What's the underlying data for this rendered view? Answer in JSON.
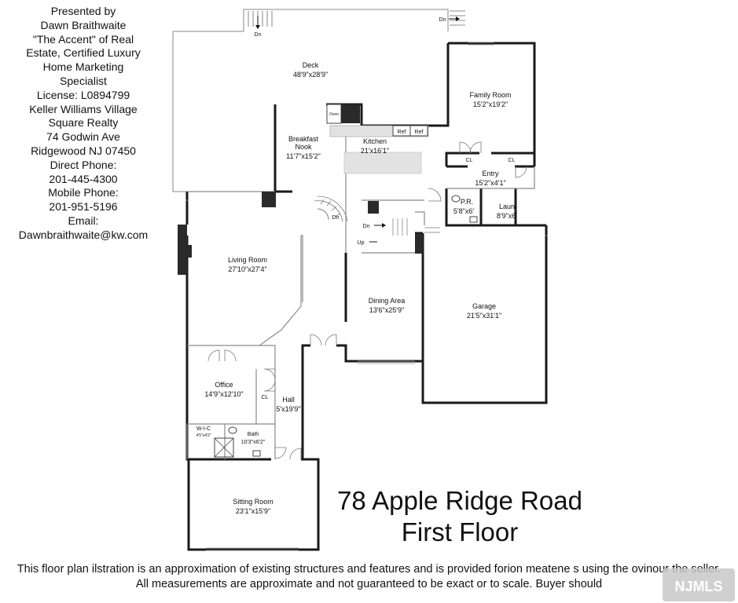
{
  "agent_info": {
    "lines": [
      "Presented by",
      "Dawn Braithwaite",
      "\"The Accent\" of Real",
      "Estate, Certified Luxury",
      "Home Marketing",
      "Specialist",
      "License: L0894799",
      "Keller Williams Village",
      "Square Realty",
      "74 Godwin Ave",
      "Ridgewood NJ 07450",
      "Direct Phone:",
      "201-445-4300",
      "Mobile Phone:",
      "201-951-5196",
      "Email:",
      "Dawnbraithwaite@kw.com"
    ]
  },
  "plan": {
    "title_line1": "78 Apple Ridge Road",
    "title_line2": "First Floor",
    "rooms": {
      "deck": {
        "name": "Deck",
        "dims": "48'9\"x28'9\""
      },
      "family_room": {
        "name": "Family Room",
        "dims": "15'2\"x19'2\""
      },
      "breakfast_nook": {
        "name_line1": "Breakfast",
        "name_line2": "Nook",
        "dims": "11'7\"x15'2\""
      },
      "kitchen": {
        "name": "Kitchen",
        "dims": "21'x16'1\""
      },
      "entry": {
        "name": "Entry",
        "dims": "15'2\"x4'1\""
      },
      "powder_room": {
        "name": "P.R.",
        "dims": "5'8\"x6'"
      },
      "laundry": {
        "name": "Laun",
        "dims": "8'9\"x6'"
      },
      "living_room": {
        "name": "Living Room",
        "dims": "27'10\"x27'4\""
      },
      "dining_area": {
        "name": "Dining Area",
        "dims": "13'6\"x25'9\""
      },
      "garage": {
        "name": "Garage",
        "dims": "21'5\"x31'1\""
      },
      "office": {
        "name": "Office",
        "dims": "14'9\"x12'10\""
      },
      "hall": {
        "name": "Hall",
        "dims": "5'x19'9\""
      },
      "walk_in_closet": {
        "name": "W-I-C",
        "dims": "4'5\"x4'2\""
      },
      "bath": {
        "name": "Bath",
        "dims": "10'3\"x6'2\""
      },
      "sitting_room": {
        "name": "Sitting Room",
        "dims": "23'1\"x15'9\""
      }
    },
    "labels": {
      "dn_deck_left": "Dn",
      "dn_deck_right": "Dn",
      "dn_stair": "Dn",
      "dn_landing": "Dn",
      "up_landing": "Up",
      "oven": "Oven",
      "ref1": "Ref",
      "ref2": "Ref",
      "closet_family_left": "CL",
      "closet_family_right": "CL",
      "closet_office": "CL"
    }
  },
  "disclaimer": {
    "line1": "This floor plan ilstration is an approximation of existing structures and features and is provided forion meatene s using the ovinour the seller.",
    "line2": "All measurements are approximate and not guaranteed to be exact or to scale. Buyer should"
  },
  "watermark": {
    "text": "NJMLS",
    "colors": {
      "badge": "#c8c8c8",
      "text": "#ffffff"
    }
  },
  "colors": {
    "wall": "#1a1a1a",
    "thin_wall": "#8a8a8a",
    "fixture": "#d9d9d9",
    "fireplace": "#2a2a2a"
  }
}
